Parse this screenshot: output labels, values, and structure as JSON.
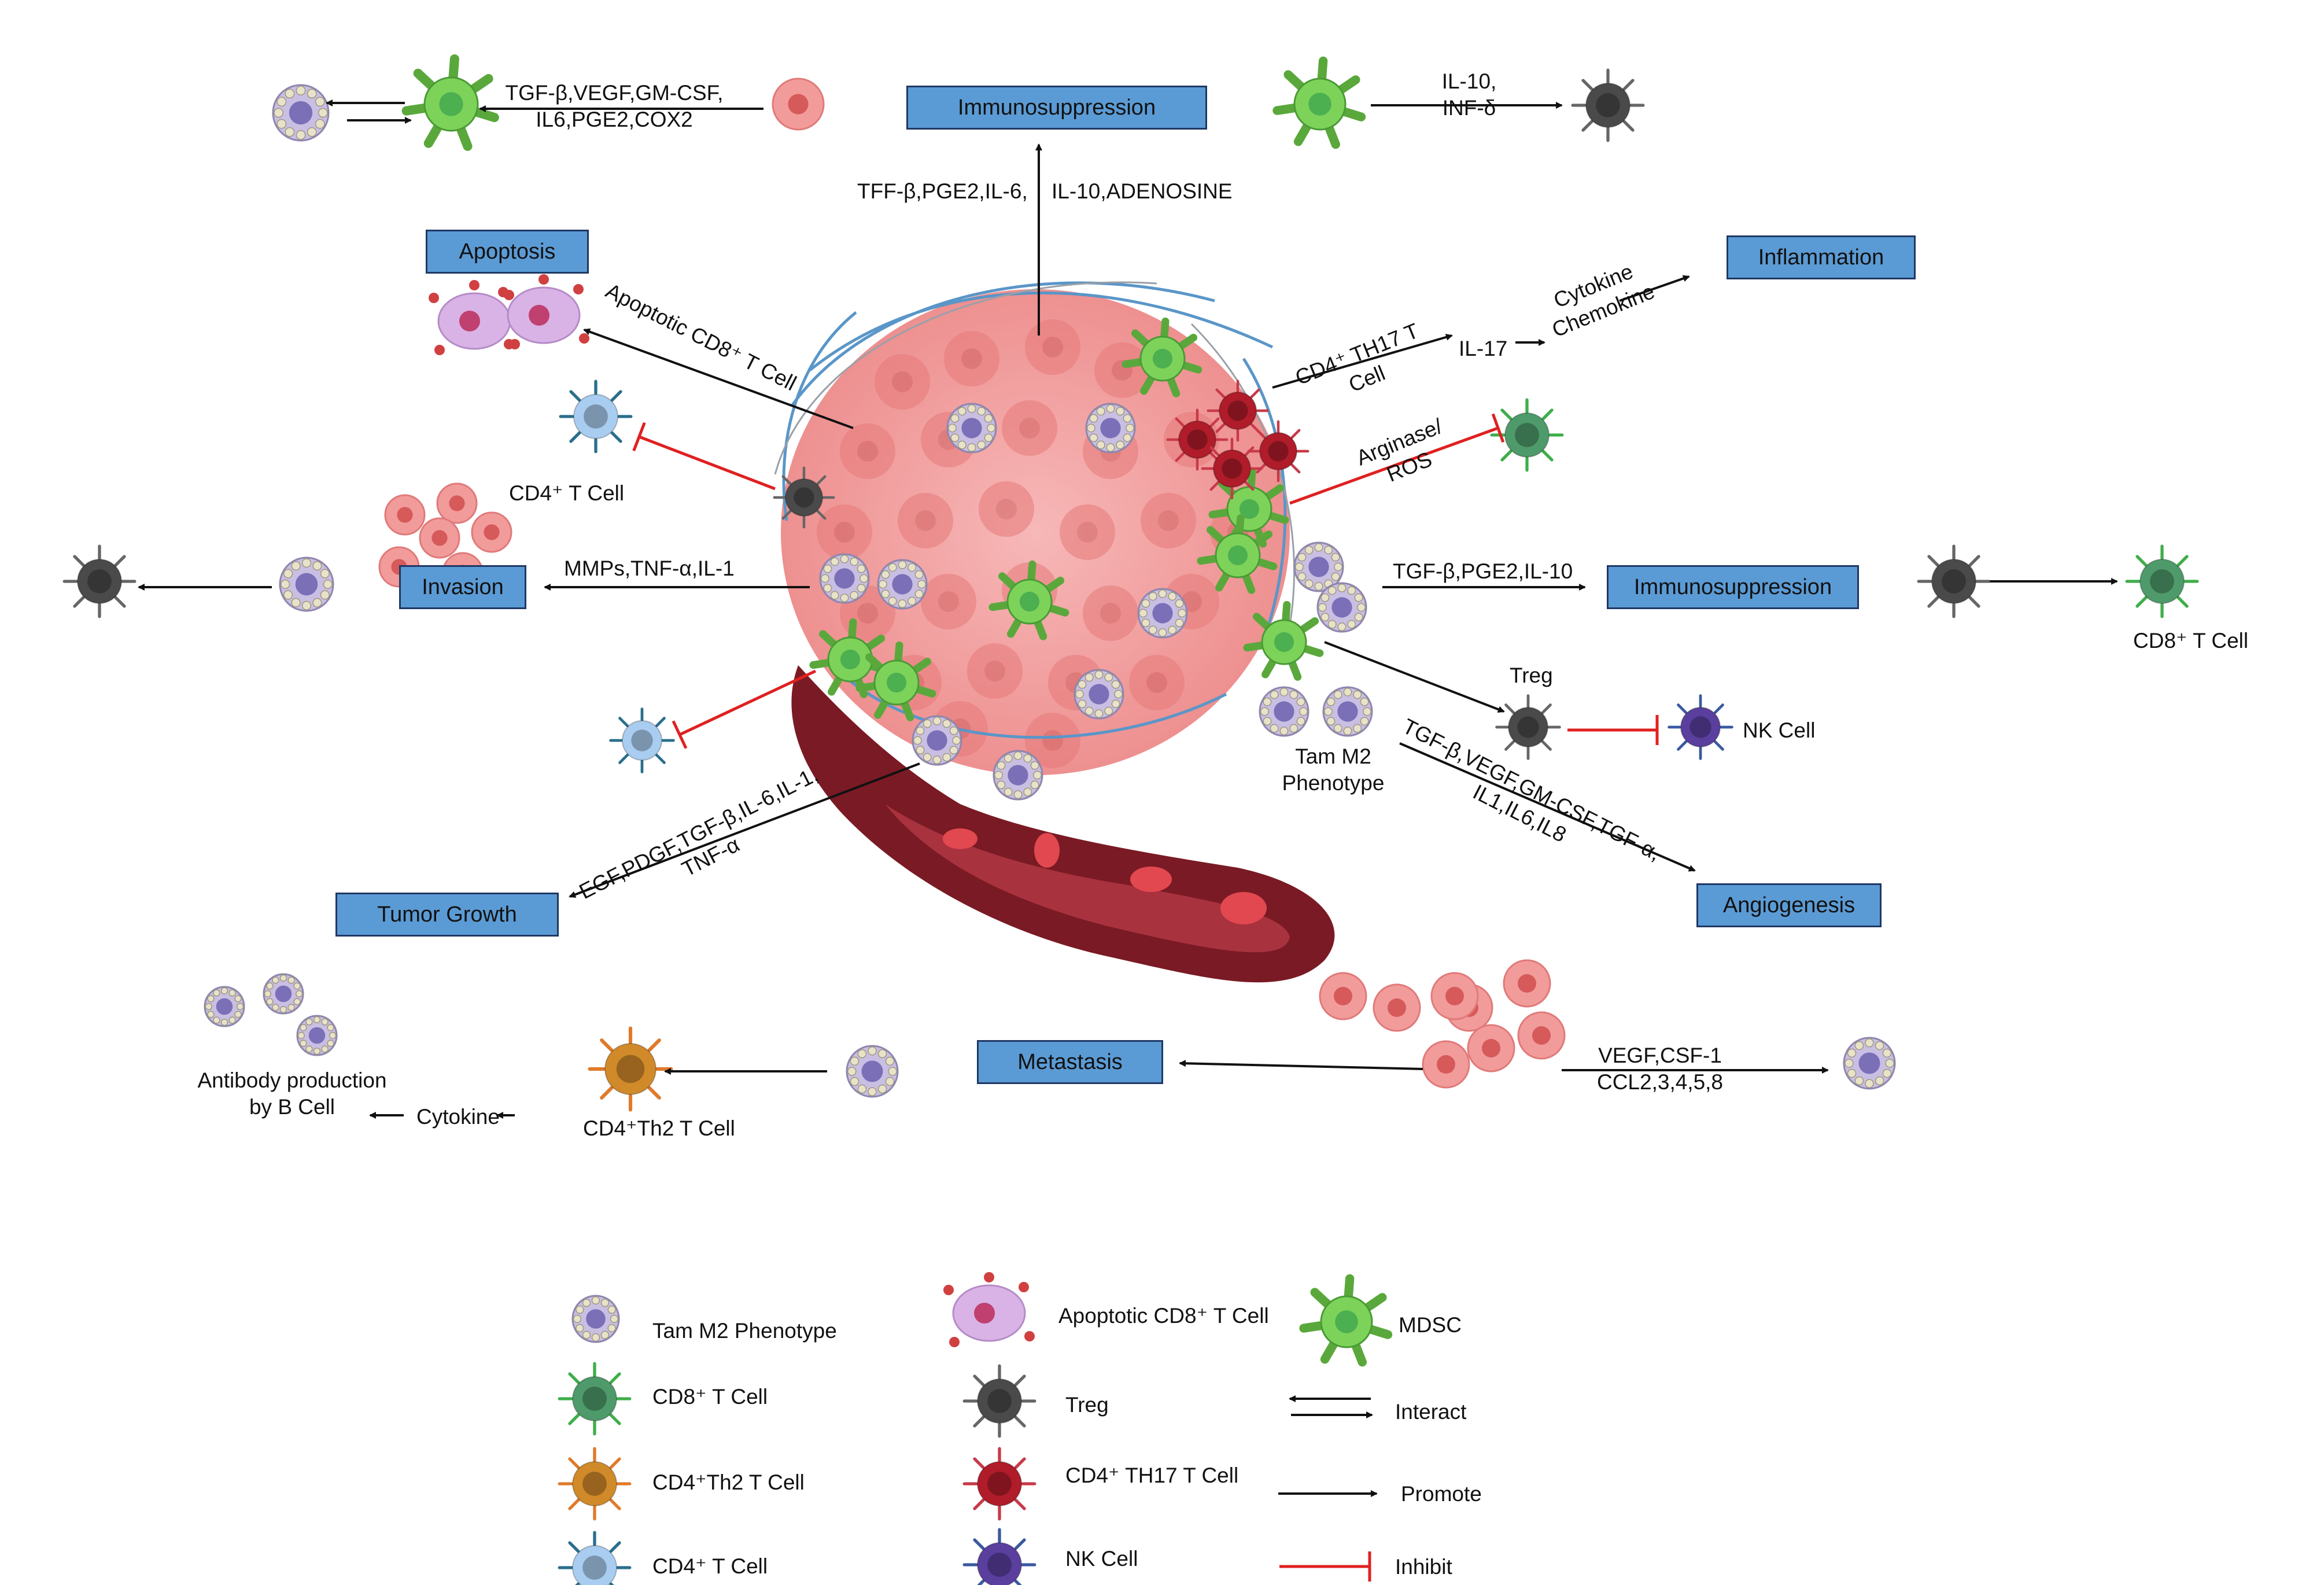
{
  "boxes": {
    "immuno_top": "Immunosuppression",
    "apoptosis": "Apoptosis",
    "inflammation": "Inflammation",
    "invasion": "Invasion",
    "immuno_right": "Immunosuppression",
    "tumor_growth": "Tumor Growth",
    "angiogenesis": "Angiogenesis",
    "metastasis": "Metastasis"
  },
  "labels": {
    "tgf_vegf_top_1": "TGF-β,VEGF,GM-CSF,",
    "tgf_vegf_top_2": "IL6,PGE2,COX2",
    "il10_1": "IL-10,",
    "il10_2": "INF-δ",
    "tff_beta": "TFF-β,PGE2,IL-6,",
    "il10_adenosine": "IL-10,ADENOSINE",
    "apoptotic_cd8": "Apoptotic CD8⁺ T Cell",
    "cd4_th17": "CD4⁺ TH17 T",
    "cd4_th17_2": "Cell",
    "il17": "IL-17",
    "cytokine_chemokine_1": "Cytokine",
    "cytokine_chemokine_2": "Chemokine",
    "arginase_1": "Arginase/",
    "arginase_2": "ROS",
    "cd4_t_cell": "CD4⁺ T Cell",
    "mmps": "MMPs,TNF-α,IL-1",
    "tgf_pge2_il10": "TGF-β,PGE2,IL-10",
    "cd8_t_cell": "CD8⁺ T Cell",
    "treg": "Treg",
    "nk_cell": "NK Cell",
    "tam_m2_1": "Tam M2",
    "tam_m2_2": "Phenotype",
    "angio_factors_1": "TGF-β,VEGF,GM-CSF,TGF-α,",
    "angio_factors_2": "IL1,IL6,IL8",
    "growth_factors_1": "EGF,PDGF,TGF-β,IL-6,IL-1,",
    "growth_factors_2": "TNF-α",
    "vegf_csf_1": "VEGF,CSF-1",
    "vegf_csf_2": "CCL2,3,4,5,8",
    "antibody_1": "Antibody production",
    "antibody_2": "by B Cell",
    "cytokine": "Cytokine",
    "cd4_th2": "CD4⁺Th2 T Cell"
  },
  "legend": {
    "tam_m2": "Tam M2 Phenotype",
    "cd8": "CD8⁺ T Cell",
    "cd4_th2": "CD4⁺Th2 T Cell",
    "cd4": "CD4⁺ T Cell",
    "apoptotic_cd8": "Apoptotic CD8⁺ T Cell",
    "treg": "Treg",
    "cd4_th17": "CD4⁺ TH17 T Cell",
    "nk": "NK Cell",
    "mdsc": "MDSC",
    "interact": "Interact",
    "promote": "Promote",
    "inhibit": "Inhibit"
  },
  "colors": {
    "box_fill": "#5b9bd5",
    "box_border": "#1f3864",
    "tumor_pink": "#f4a3a3",
    "inhibit_red": "#e02020",
    "mdsc_green": "#7dd35a",
    "tam_lavender": "#c9bfe3",
    "treg_dark": "#4a4a4a",
    "th17_red": "#b01c2a",
    "cd8_green": "#4e9a6a",
    "th2_orange": "#d18a2a",
    "cd4_blue": "#a9cdf0",
    "nk_purple": "#5a3f9e",
    "vessel": "#7a1a24"
  }
}
